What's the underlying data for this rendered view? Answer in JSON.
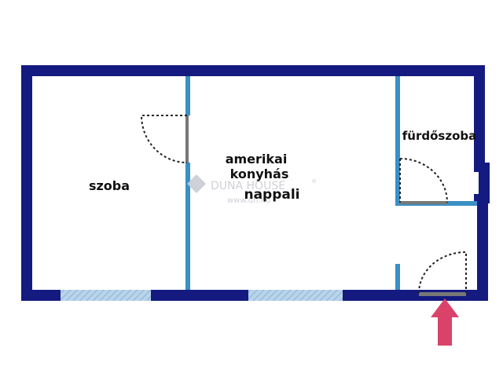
{
  "rooms": {
    "bedroom": "szoba",
    "living_line1": "amerikai",
    "living_line2": "konyhás",
    "living_line3": "nappali",
    "bathroom": "fürdőszoba"
  },
  "watermark": {
    "brand": "DUNA HOUSE",
    "registered": "®",
    "url": "www.dh.hu"
  },
  "colors": {
    "outer_wall": "#141a80",
    "inner_wall": "#3a8fc4",
    "window_fill": "#b9d4ea",
    "window_hatch": "#8cb2d6",
    "door_swing": "#222222",
    "door_leaf": "#777777",
    "entrance_arrow": "#d9436a",
    "watermark": "#c9ccd3"
  },
  "icons": {
    "entrance": "entrance-arrow-icon",
    "watermark_logo": "duna-house-logo-icon"
  }
}
